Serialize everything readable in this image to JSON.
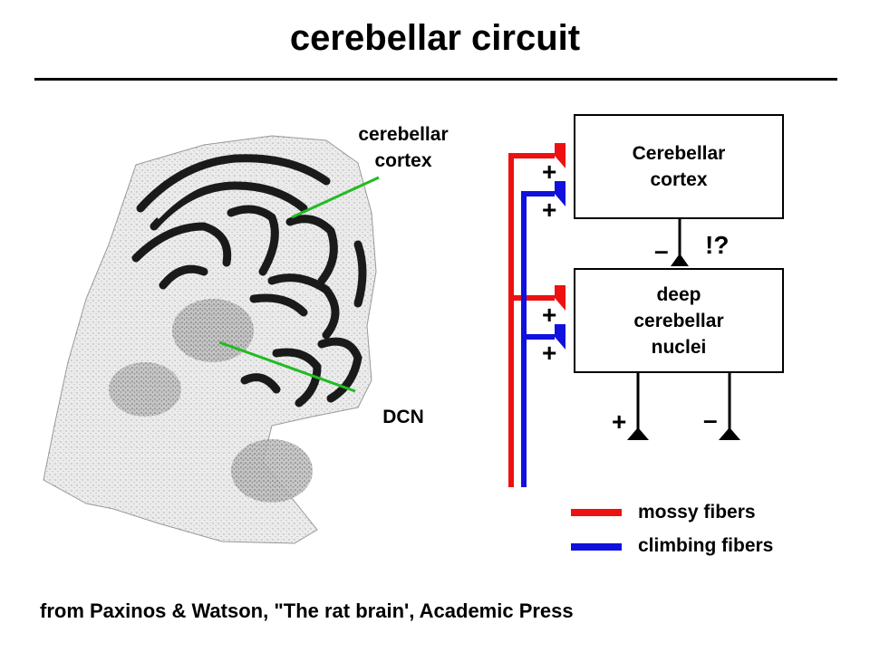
{
  "title": "cerebellar circuit",
  "image_labels": {
    "cortex_label": "cerebellar\ncortex",
    "dcn_label": "DCN"
  },
  "diagram": {
    "cortex_box": "Cerebellar\ncortex",
    "nuclei_box": "deep\ncerebellar\nnuclei",
    "signs": {
      "cortex_plus_1": "+",
      "cortex_plus_2": "+",
      "nuclei_plus_1": "+",
      "nuclei_plus_2": "+",
      "cortex_to_nuclei_minus": "–",
      "question": "!?",
      "output_plus": "+",
      "output_minus": "–"
    }
  },
  "legend": [
    {
      "label": "mossy fibers",
      "color": "#ee1111"
    },
    {
      "label": "climbing fibers",
      "color": "#1111dd"
    }
  ],
  "source": "from Paxinos & Watson, \"The rat brain', Academic Press",
  "colors": {
    "mossy": "#ee1111",
    "climbing": "#1111dd",
    "tissue_dark": "#1a1a1a",
    "tissue_light": "#e9e9e9",
    "pointer": "#22bb22"
  }
}
